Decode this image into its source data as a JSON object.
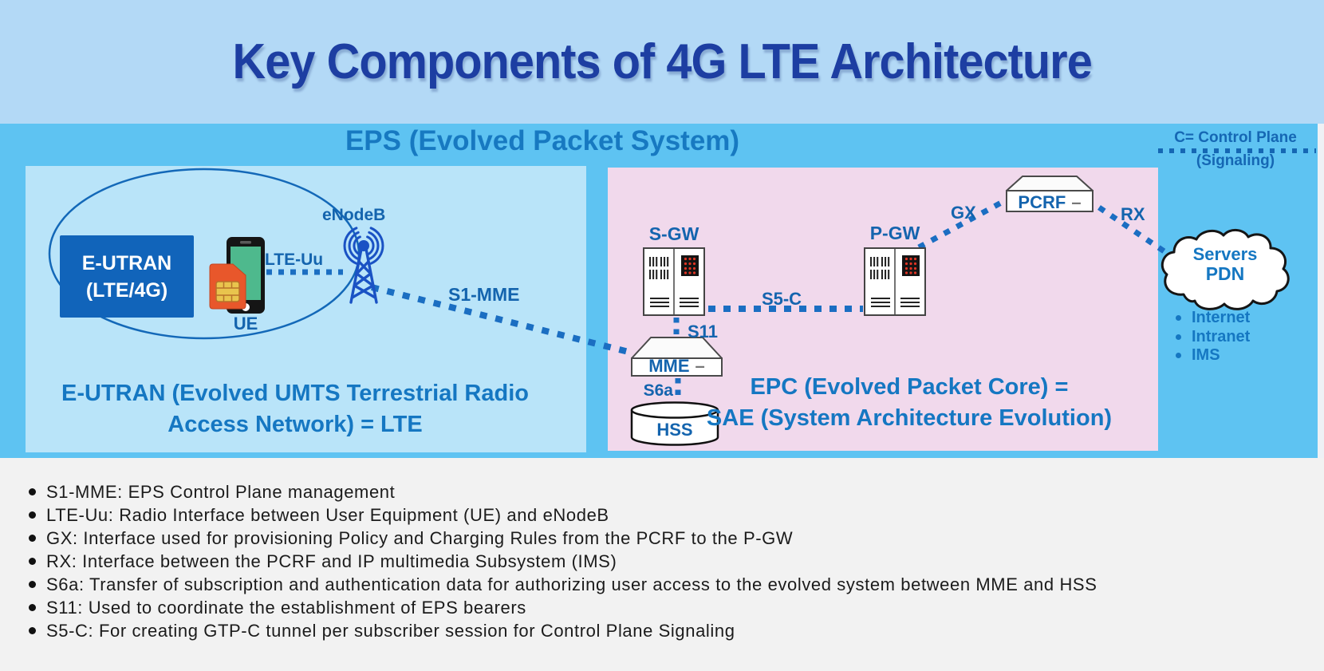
{
  "header": {
    "title": "Key Components of 4G LTE Architecture"
  },
  "eps_heading": "EPS (Evolved Packet System)",
  "legend": {
    "line1": "C= Control Plane",
    "line2": "(Signaling)"
  },
  "eutran": {
    "node_line1": "E-UTRAN",
    "node_line2": "(LTE/4G)",
    "ue": "UE",
    "lte_uu": "LTE-Uu",
    "enodeb": "eNodeB",
    "caption_line1": "E-UTRAN (Evolved UMTS Terrestrial Radio",
    "caption_line2": "Access Network) = LTE"
  },
  "epc": {
    "sgw": "S-GW",
    "pgw": "P-GW",
    "pcrf": "PCRF",
    "pcrf_dash": "–",
    "mme": "MME",
    "mme_dash": "–",
    "hss": "HSS",
    "s1_mme": "S1-MME",
    "s5_c": "S5-C",
    "s11": "S11",
    "s6a": "S6a",
    "gx": "GX",
    "rx": "RX",
    "caption_line1": "EPC (Evolved Packet Core) =",
    "caption_line2": "SAE (System Architecture Evolution)"
  },
  "pdn": {
    "cloud_line1": "Servers",
    "cloud_line2": "PDN",
    "items": [
      "Internet",
      "Intranet",
      "IMS"
    ]
  },
  "notes": [
    "S1-MME: EPS Control Plane management",
    "LTE-Uu: Radio Interface between User Equipment (UE) and eNodeB",
    "GX: Interface used for provisioning Policy and Charging Rules from the PCRF to the P-GW",
    "RX: Interface between the PCRF and IP multimedia Subsystem (IMS)",
    "S6a: Transfer of subscription and authentication data for authorizing user access to the evolved system between MME and HSS",
    "S11: Used to coordinate the establishment of EPS bearers",
    "S5-C: For creating GTP-C tunnel per subscriber session for Control Plane Signaling"
  ],
  "colors": {
    "header_bg": "#b3d9f6",
    "band_bg": "#5ec3f2",
    "eutran_panel_bg": "#b9e4f9",
    "epc_panel_bg": "#f1d9ec",
    "title_text": "#1d3ea2",
    "eps_heading_text": "#1779c1",
    "label_text": "#1464ae",
    "caption_text": "#1577c2",
    "connector": "#1b6ec2",
    "eutran_node_bg": "#1164ba",
    "notes_bg": "#f2f2f2"
  }
}
